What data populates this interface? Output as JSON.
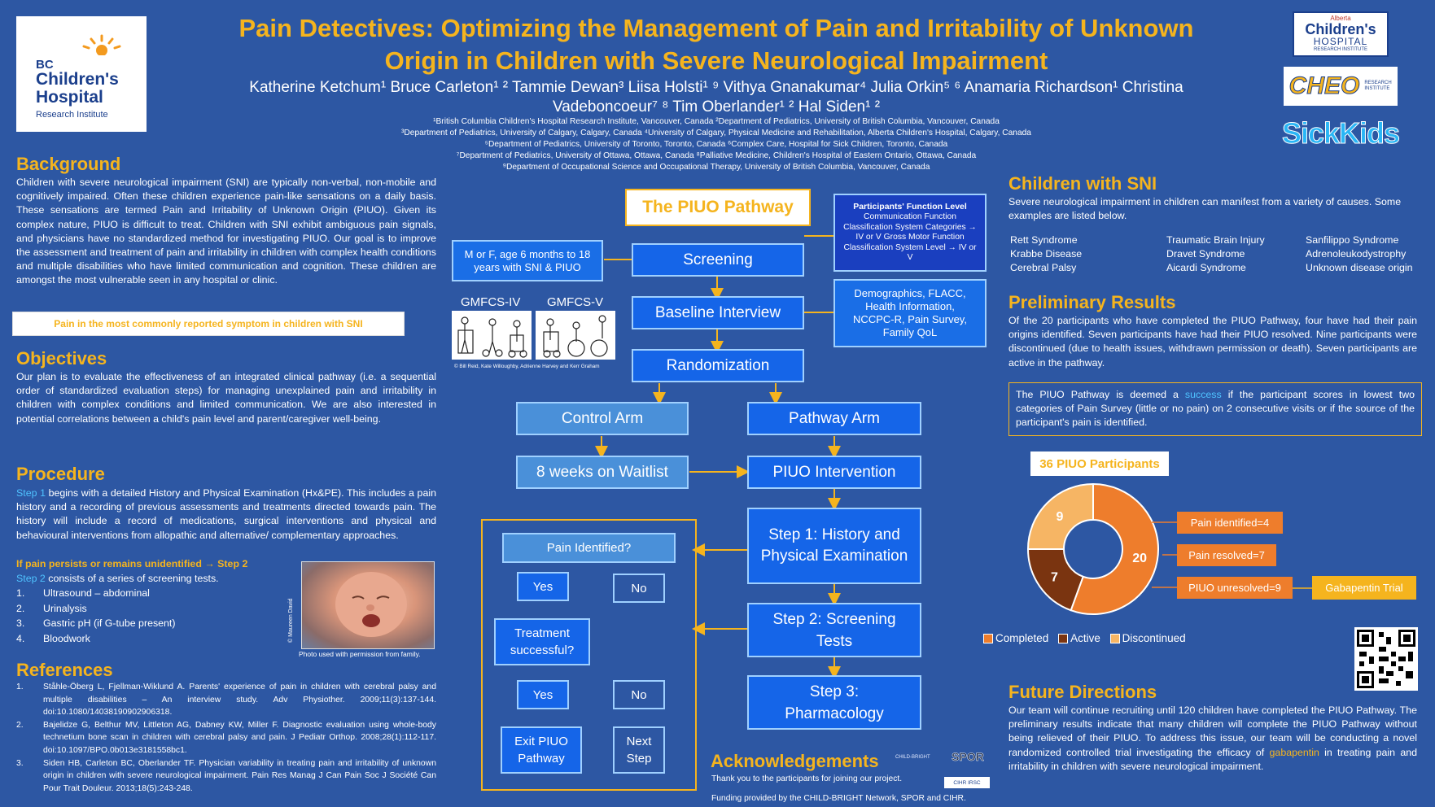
{
  "title": {
    "line1": "Pain Detectives: Optimizing the Management of Pain and Irritability of Unknown",
    "line2": "Origin in Children with Severe Neurological Impairment"
  },
  "authors": {
    "line1": "Katherine Ketchum¹ Bruce Carleton¹ ² Tammie Dewan³ Liisa Holsti¹ ⁹ Vithya Gnanakumar⁴ Julia Orkin⁵ ⁶ Anamaria Richardson¹ Christina",
    "line2": "Vadeboncoeur⁷ ⁸ Tim Oberlander¹ ² Hal Siden¹ ²"
  },
  "affiliations": [
    "¹British Columbia Children's Hospital Research Institute, Vancouver, Canada ²Department of Pediatrics, University of British Columbia, Vancouver, Canada",
    "³Department of Pediatrics, University of Calgary, Calgary, Canada ⁴University of Calgary, Physical Medicine and Rehabilitation, Alberta Children's Hospital, Calgary, Canada",
    "⁵Department of Pediatrics, University of Toronto, Toronto, Canada ⁶Complex Care, Hospital for Sick Children, Toronto, Canada",
    "⁷Department of Pediatrics, University of Ottawa, Ottawa, Canada ⁸Palliative Medicine, Children's Hospital of Eastern Ontario, Ottawa, Canada",
    "⁹Department of Occupational Science and Occupational Therapy, University of British Columbia, Vancouver, Canada"
  ],
  "logos": {
    "bc_line1": "BC",
    "bc_line2": "Children's",
    "bc_line3": "Hospital",
    "bc_line4": "Research Institute",
    "alberta_small": "Alberta",
    "alberta_line1": "Children's",
    "alberta_line2": "HOSPITAL",
    "alberta_sub": "RESEARCH INSTITUTE",
    "cheo": "CHEO",
    "cheo_sub": "RESEARCH INSTITUTE",
    "sickkids": "SickKids",
    "childbright": "CHILD-BRIGHT",
    "spor": "SPOR",
    "cihr": "CIHR IRSC"
  },
  "background": {
    "title": "Background",
    "text": "Children with severe neurological impairment (SNI) are typically non-verbal, non-mobile and cognitively impaired. Often these children experience pain-like sensations on a daily basis. These sensations are termed Pain and Irritability of Unknown Origin (PIUO). Given its complex nature, PIUO is difficult to treat. Children with SNI exhibit ambiguous pain signals, and physicians have no standardized method for investigating PIUO. Our goal is to improve the assessment and treatment of pain and irritability in children with complex health conditions and multiple disabilities who have limited communication and cognition. These children are amongst the most vulnerable seen in any hospital or clinic.",
    "callout": "Pain in the most commonly reported symptom in children with SNI"
  },
  "objectives": {
    "title": "Objectives",
    "text": "Our plan is to evaluate the effectiveness of an integrated clinical pathway (i.e. a sequential order of standardized evaluation steps) for managing unexplained pain and irritability in children with complex conditions and limited communication. We are also interested in potential correlations between a child's pain level and parent/caregiver well-being."
  },
  "procedure": {
    "title": "Procedure",
    "step1_label": "Step 1",
    "step1_text": " begins with a detailed History and Physical Examination (Hx&PE). This includes a pain history and a recording of previous assessments and treatments directed towards pain. The history will include a record of medications, surgical interventions and physical and behavioural interventions from allopathic and alternative/ complementary approaches.",
    "persist": "If pain persists or remains unidentified → Step 2",
    "step2_label": "Step 2",
    "step2_text": " consists of a series of screening tests.",
    "tests": [
      {
        "num": "1.",
        "text": "Ultrasound – abdominal"
      },
      {
        "num": "2.",
        "text": "Urinalysis"
      },
      {
        "num": "3.",
        "text": "Gastric pH (if G-tube present)"
      },
      {
        "num": "4.",
        "text": "Bloodwork"
      }
    ],
    "photo_credit": "© Maureen David",
    "photo_caption": "Photo used with permission from family."
  },
  "references": {
    "title": "References",
    "items": [
      {
        "num": "1.",
        "text": "Ståhle-Öberg L, Fjellman-Wiklund A. Parents' experience of pain in children with cerebral palsy and multiple disabilities – An interview study. Adv Physiother. 2009;11(3):137-144. doi:10.1080/14038190902906318."
      },
      {
        "num": "2.",
        "text": "Bajelidze G, Belthur MV, Littleton AG, Dabney KW, Miller F. Diagnostic evaluation using whole-body technetium bone scan in children with cerebral palsy and pain. J Pediatr Orthop. 2008;28(1):112-117. doi:10.1097/BPO.0b013e3181558bc1."
      },
      {
        "num": "3.",
        "text": "Siden HB, Carleton BC, Oberlander TF. Physician variability in treating pain and irritability of unknown origin in children with severe neurological impairment. Pain Res Manag J Can Pain Soc J Société Can Pour Trait Douleur. 2013;18(5):243-248."
      }
    ]
  },
  "pathway": {
    "title": "The PIUO Pathway",
    "eligibility": "M or F, age 6 months to 18 years with SNI & PIUO",
    "function_title": "Participants' Function Level",
    "function_text": "Communication Function Classification System Categories → IV or V Gross Motor Function Classification System Level → IV or V",
    "screening": "Screening",
    "baseline": "Baseline Interview",
    "baseline_detail": "Demographics, FLACC, Health Information, NCCPC-R, Pain Survey, Family QoL",
    "randomization": "Randomization",
    "gmfcs4": "GMFCS-IV",
    "gmfcs5": "GMFCS-V",
    "gmfcs_credit": "© Bill Reid, Kate Willoughby, Adrienne Harvey and Kerr Graham",
    "control_arm": "Control Arm",
    "pathway_arm": "Pathway Arm",
    "waitlist": "8 weeks on Waitlist",
    "intervention": "PIUO Intervention",
    "step1": "Step 1: History and Physical Examination",
    "step2": "Step 2: Screening Tests",
    "step3": "Step 3: Pharmacology",
    "pain_identified": "Pain Identified?",
    "yes": "Yes",
    "no": "No",
    "treatment_successful": "Treatment successful?",
    "exit": "Exit PIUO Pathway",
    "next_step": "Next Step"
  },
  "acknowledgements": {
    "title": "Acknowledgements",
    "line1": "Thank you to the participants for joining our project.",
    "line2": "Funding provided by the CHILD-BRIGHT Network, SPOR and CIHR."
  },
  "children_sni": {
    "title": "Children with SNI",
    "intro": "Severe neurological impairment in children can manifest from a variety of causes. Some examples are listed below.",
    "col1": [
      "Rett Syndrome",
      "Krabbe Disease",
      "Cerebral Palsy"
    ],
    "col2": [
      "Traumatic Brain Injury",
      "Dravet Syndrome",
      "Aicardi Syndrome"
    ],
    "col3": [
      "Sanfilippo Syndrome",
      "Adrenoleukodystrophy",
      "Unknown disease origin"
    ]
  },
  "preliminary": {
    "title": "Preliminary Results",
    "text": "Of the 20 participants who have completed the PIUO Pathway, four have had their pain origins identified. Seven participants have had their PIUO resolved. Nine participants were discontinued (due to health issues, withdrawn permission or death). Seven participants are active in the pathway.",
    "success_pre": "The PIUO Pathway is deemed a ",
    "success_word": "success",
    "success_post": " if the participant scores in lowest two categories of Pain Survey (little or no pain) on 2 consecutive visits or if the source of the participant's pain is identified.",
    "participants_label": "36 PIUO Participants",
    "pain_identified": "Pain identified=4",
    "pain_resolved": "Pain resolved=7",
    "unresolved": "PIUO unresolved=9",
    "gabapentin": "Gabapentin Trial"
  },
  "chart_data": {
    "type": "pie",
    "categories": [
      "Completed",
      "Active",
      "Discontinued"
    ],
    "values": [
      20,
      7,
      9
    ],
    "colors": [
      "#ee7d2c",
      "#7a3410",
      "#f6b564"
    ],
    "legend": "bottom"
  },
  "future": {
    "title": "Future Directions",
    "text_pre": "Our team will continue recruiting until 120 children have completed the PIUO Pathway. The preliminary results indicate that many children will complete the PIUO Pathway without being relieved of their PIUO. To address this  issue, our team will be conducting a novel randomized controlled trial investigating the efficacy of ",
    "gabapentin": "gabapentin",
    "text_post": " in treating pain and irritability in children with severe neurological impairment."
  },
  "colors": {
    "background": "#2d57a3",
    "accent": "#f5b41e",
    "flow_dark": "#1565e8",
    "flow_light": "#4a90d9",
    "highlight": "#4fc3ff",
    "orange": "#ee7d2c"
  }
}
